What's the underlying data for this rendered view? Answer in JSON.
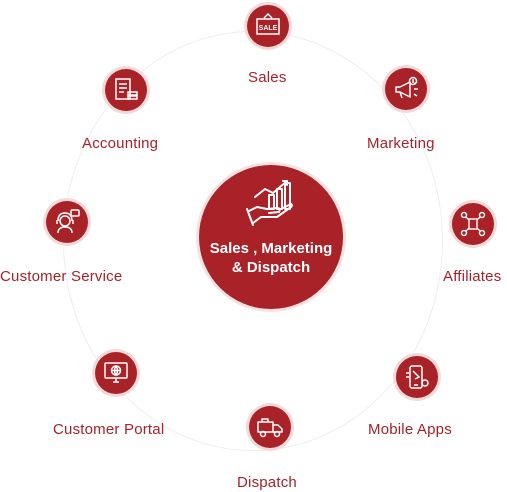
{
  "center": {
    "icon": "chart-hand-icon",
    "line1": "Sales , Marketing",
    "line2": "& Dispatch"
  },
  "colors": {
    "accent": "#a82228",
    "label": "#a82228",
    "ring": "#eeeeee"
  },
  "nodes": [
    {
      "label": "Sales",
      "icon": "sale-sign-icon",
      "badge": "SALE"
    },
    {
      "label": "Marketing",
      "icon": "megaphone-icon"
    },
    {
      "label": "Affiliates",
      "icon": "network-icon"
    },
    {
      "label": "Mobile Apps",
      "icon": "mobile-app-icon"
    },
    {
      "label": "Dispatch",
      "icon": "truck-icon"
    },
    {
      "label": "Customer Portal",
      "icon": "monitor-globe-icon"
    },
    {
      "label": "Customer Service",
      "icon": "headset-agent-icon"
    },
    {
      "label": "Accounting",
      "icon": "invoice-icon"
    }
  ]
}
